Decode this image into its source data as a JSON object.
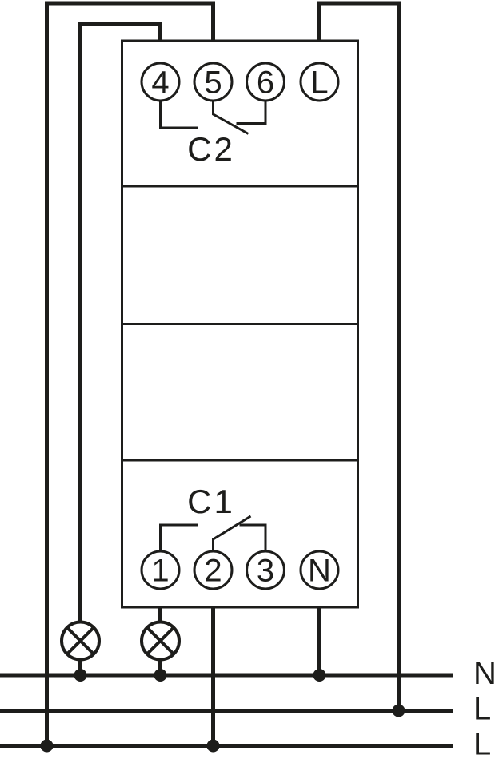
{
  "colors": {
    "line": "#1d1d1b",
    "background": "#ffffff"
  },
  "device": {
    "terminals_top": [
      {
        "label": "4"
      },
      {
        "label": "5"
      },
      {
        "label": "6"
      },
      {
        "label": "L"
      }
    ],
    "terminals_bottom": [
      {
        "label": "1"
      },
      {
        "label": "2"
      },
      {
        "label": "3"
      },
      {
        "label": "N"
      }
    ],
    "switches": [
      {
        "label": "C2"
      },
      {
        "label": "C1"
      }
    ]
  },
  "bus_lines": [
    {
      "label": "N"
    },
    {
      "label": "L"
    },
    {
      "label": "L"
    }
  ]
}
